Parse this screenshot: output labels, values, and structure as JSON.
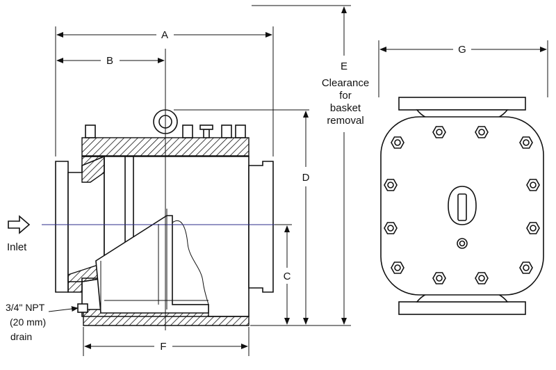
{
  "dimensions": {
    "A": "A",
    "B": "B",
    "C": "C",
    "D": "D",
    "E": "E",
    "F": "F",
    "G": "G"
  },
  "clearance_note": [
    "Clearance",
    "for",
    "basket",
    "removal"
  ],
  "inlet_label": "Inlet",
  "drain_note": [
    "3/4\" NPT",
    "(20 mm)",
    "drain"
  ],
  "colors": {
    "line": "#111111",
    "centerline": "#2b2b8a",
    "background": "#ffffff"
  }
}
